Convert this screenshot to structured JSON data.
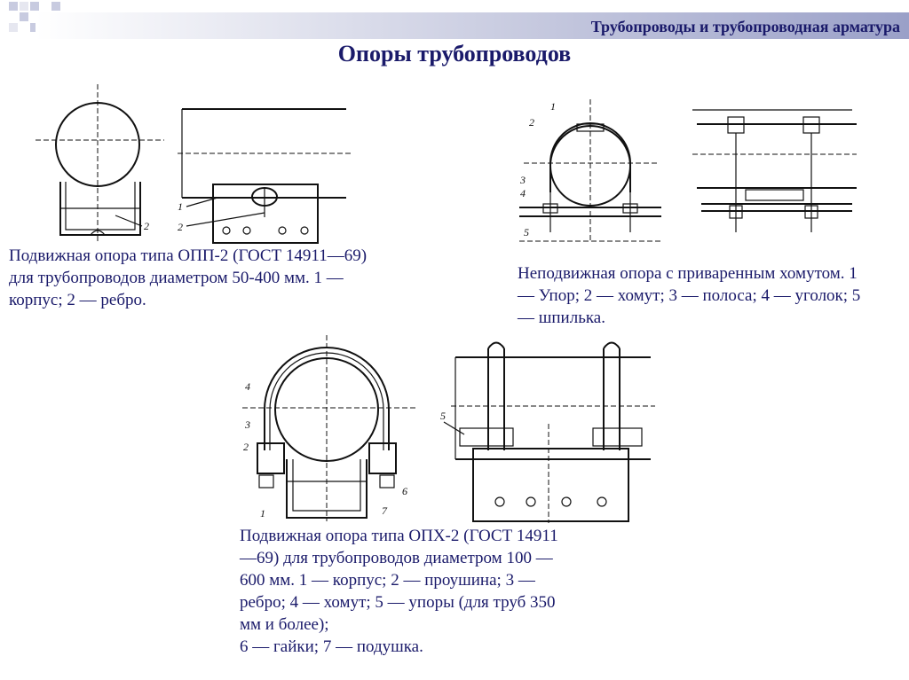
{
  "header": {
    "section_title": "Трубопроводы и трубопроводная арматура"
  },
  "slide": {
    "title": "Опоры трубопроводов"
  },
  "figures": {
    "fig1": {
      "caption": "Подвижная опора типа ОПП-2 (ГОСТ 14911—69) для трубопроводов диаметром 50-400 мм. 1 — корпус; 2 — ребро.",
      "labels": [
        "1",
        "2",
        "2"
      ]
    },
    "fig2": {
      "caption": "Неподвижная опора с приваренным хомутом. 1 — Упор; 2 — хомут; 3 — полоса; 4 — уголок; 5 — шпилька.",
      "labels": [
        "1",
        "2",
        "3",
        "4",
        "5"
      ]
    },
    "fig3": {
      "caption_lines": [
        "Подвижная опора типа ОПХ-2 (ГОСТ 14911",
        "—69) для трубопроводов диаметром 100 —",
        "600 мм. 1 — корпус; 2 — проушина; 3 —",
        "ребро; 4 — хомут; 5 — упоры (для труб 350",
        "мм и более);",
        "6 — гайки; 7 — подушка."
      ],
      "labels": [
        "4",
        "3",
        "2",
        "1",
        "6",
        "7",
        "5"
      ]
    }
  },
  "colors": {
    "accent": "#1a1a6a",
    "gradient_end": "#9aa0c8"
  }
}
